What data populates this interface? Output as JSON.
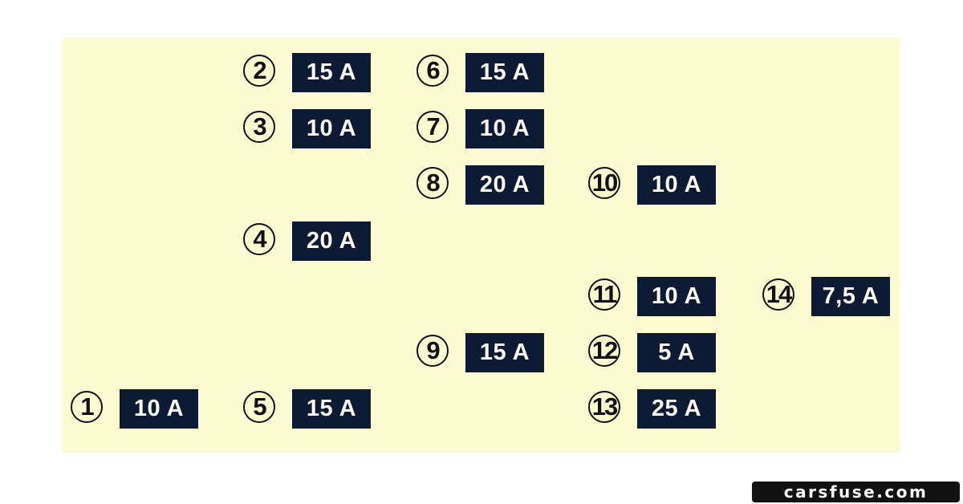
{
  "fuses": [
    {
      "number": "1",
      "rating": "10 A"
    },
    {
      "number": "2",
      "rating": "15 A"
    },
    {
      "number": "3",
      "rating": "10 A"
    },
    {
      "number": "4",
      "rating": "20 A"
    },
    {
      "number": "5",
      "rating": "15 A"
    },
    {
      "number": "6",
      "rating": "15 A"
    },
    {
      "number": "7",
      "rating": "10 A"
    },
    {
      "number": "8",
      "rating": "20 A"
    },
    {
      "number": "9",
      "rating": "15 A"
    },
    {
      "number": "10",
      "rating": "10 A"
    },
    {
      "number": "11",
      "rating": "10 A"
    },
    {
      "number": "12",
      "rating": "5 A"
    },
    {
      "number": "13",
      "rating": "25 A"
    },
    {
      "number": "14",
      "rating": "7,5 A"
    }
  ],
  "watermark": "carsfuse.com",
  "colors": {
    "panel_background": "#fdfbd2",
    "rating_box": "#0d1a33",
    "rating_text": "#ffffff",
    "number_circle": "#111111"
  }
}
